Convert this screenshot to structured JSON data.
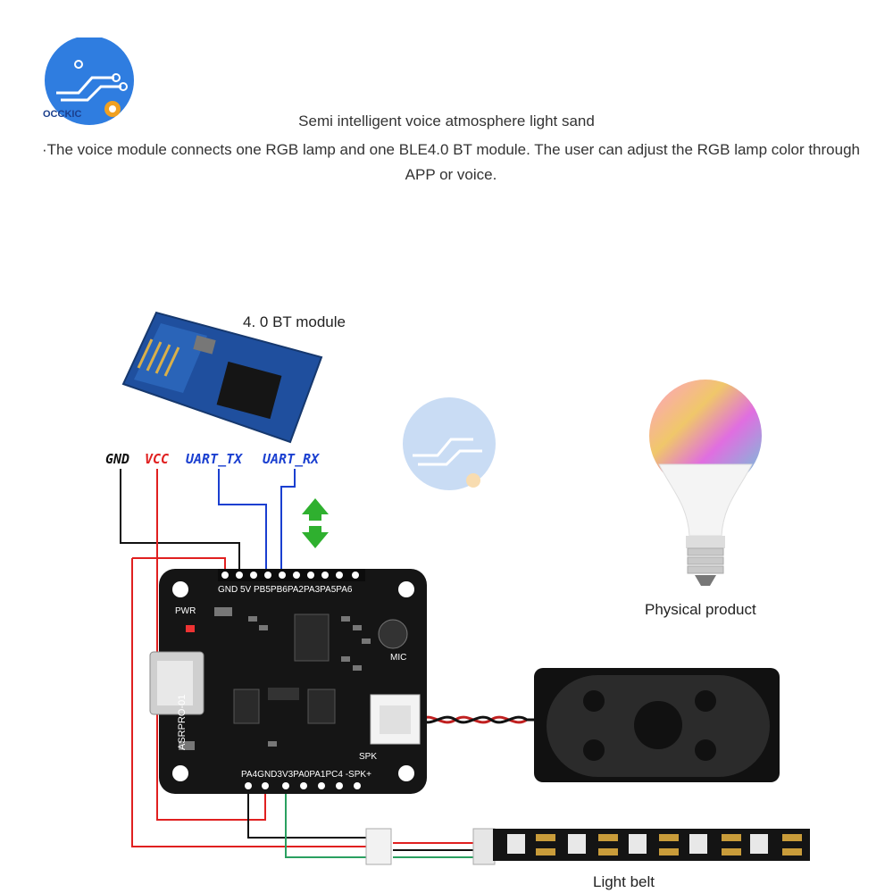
{
  "brand": {
    "name": "OCCKIC"
  },
  "header": {
    "title": "Semi intelligent voice atmosphere light sand",
    "description": "·The voice module connects one RGB lamp and one BLE4.0 BT module. The user can adjust the RGB lamp color through APP or voice."
  },
  "bt_module": {
    "label": "4. 0 BT  module"
  },
  "wires": {
    "gnd": "GND",
    "vcc": "VCC",
    "uart_tx": "UART_TX",
    "uart_rx": "UART_RX"
  },
  "board": {
    "name": "ASRPRO-01",
    "top_pins": "GND 5V PB5PB6PA2PA3PA5PA6",
    "bottom_pins": "PA4GND3V3PA0PA1PC4 -SPK+",
    "pwr": "PWR",
    "mic": "MIC",
    "spk": "SPK"
  },
  "lamp": {
    "label": "Physical product"
  },
  "belt": {
    "label": "Light belt"
  },
  "colors": {
    "gnd": "#111111",
    "vcc": "#e02020",
    "uart": "#1a3fd0",
    "arrow": "#2fb02f",
    "signal": "#2aa060"
  }
}
